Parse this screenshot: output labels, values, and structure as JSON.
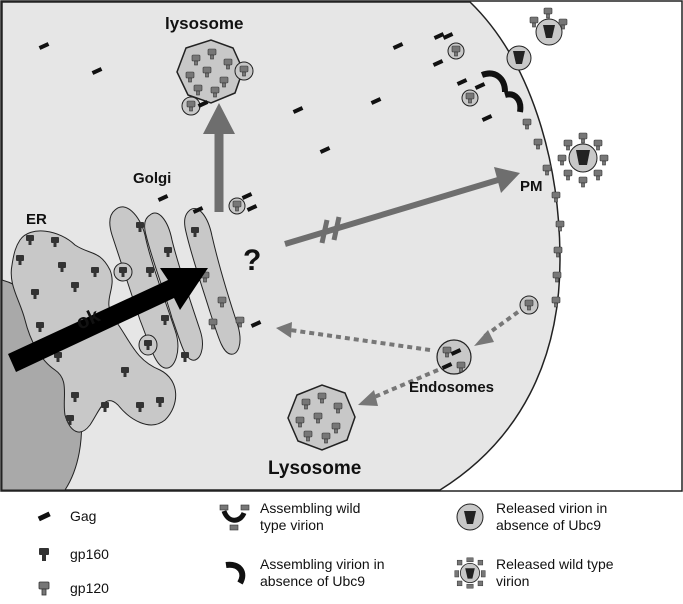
{
  "labels": {
    "lysosome_top": "lysosome",
    "golgi": "Golgi",
    "er": "ER",
    "pm": "PM",
    "question": "?",
    "ok": "ok",
    "endosomes": "Endosomes",
    "lysosome_bottom": "Lysosome"
  },
  "legend": {
    "gag": "Gag",
    "gp160": "gp160",
    "gp120": "gp120",
    "assembling_wt_line1": "Assembling wild",
    "assembling_wt_line2": "type virion",
    "assembling_ubc9_line1": "Assembling virion in",
    "assembling_ubc9_line2": "absence of Ubc9",
    "released_ubc9_line1": "Released virion in",
    "released_ubc9_line2": "absence of Ubc9",
    "released_wt_line1": "Released wild type",
    "released_wt_line2": "virion"
  },
  "colors": {
    "cell": "#e6e6e6",
    "organelle": "#c8c8c8",
    "arrow_gray": "#6e6e6e",
    "arrow_black": "#000000"
  }
}
